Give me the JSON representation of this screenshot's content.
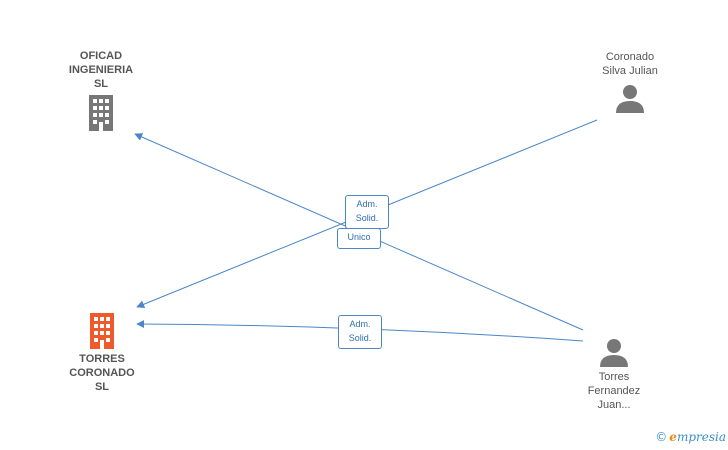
{
  "nodes": {
    "oficad": {
      "name_lines": [
        "OFICAD",
        "INGENIERIA",
        "SL"
      ],
      "icon": "building-icon",
      "color": "#777777"
    },
    "torres_coronado": {
      "name_lines": [
        "TORRES",
        "CORONADO",
        "SL"
      ],
      "icon": "building-icon",
      "color": "#f0592a"
    },
    "coronado_silva": {
      "name_lines": [
        "Coronado",
        "Silva Julian"
      ],
      "icon": "person-icon",
      "color": "#777777"
    },
    "torres_fernandez": {
      "name_lines": [
        "Torres",
        "Fernandez",
        "Juan..."
      ],
      "icon": "person-icon",
      "color": "#777777"
    }
  },
  "edges": [
    {
      "from": "coronado_silva",
      "to": "torres_coronado",
      "label_lines": [
        "Adm.",
        "Solid."
      ]
    },
    {
      "from": "torres_fernandez",
      "to": "oficad",
      "label_lines": [
        "Unico"
      ]
    },
    {
      "from": "torres_fernandez",
      "to": "torres_coronado",
      "label_lines": [
        "Adm.",
        "Solid."
      ]
    }
  ],
  "colors": {
    "edge": "#4a86c8",
    "label_text": "#2f6db3",
    "brand_blue": "#3a8fcf",
    "brand_orange": "#f08a1c"
  },
  "brand": {
    "copyright": "©",
    "initial": "e",
    "rest": "mpresia"
  }
}
